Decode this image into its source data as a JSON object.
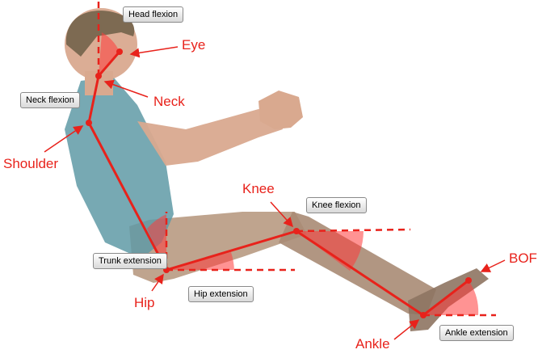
{
  "labels": {
    "eye": "Eye",
    "neck": "Neck",
    "shoulder": "Shoulder",
    "knee": "Knee",
    "hip": "Hip",
    "ankle": "Ankle",
    "bof": "BOF"
  },
  "angle_boxes": {
    "head_flexion": "Head flexion",
    "neck_flexion": "Neck flexion",
    "knee_flexion": "Knee flexion",
    "trunk_extension": "Trunk extension",
    "hip_extension": "Hip extension",
    "ankle_extension": "Ankle extension"
  },
  "colors": {
    "accent": "#e8221b",
    "skin": "#d9a98f",
    "shirt": "#5f9aa6",
    "trousers": "#b89a82",
    "hair": "#7d6a52",
    "angle_fill": "#ff3b3b"
  }
}
